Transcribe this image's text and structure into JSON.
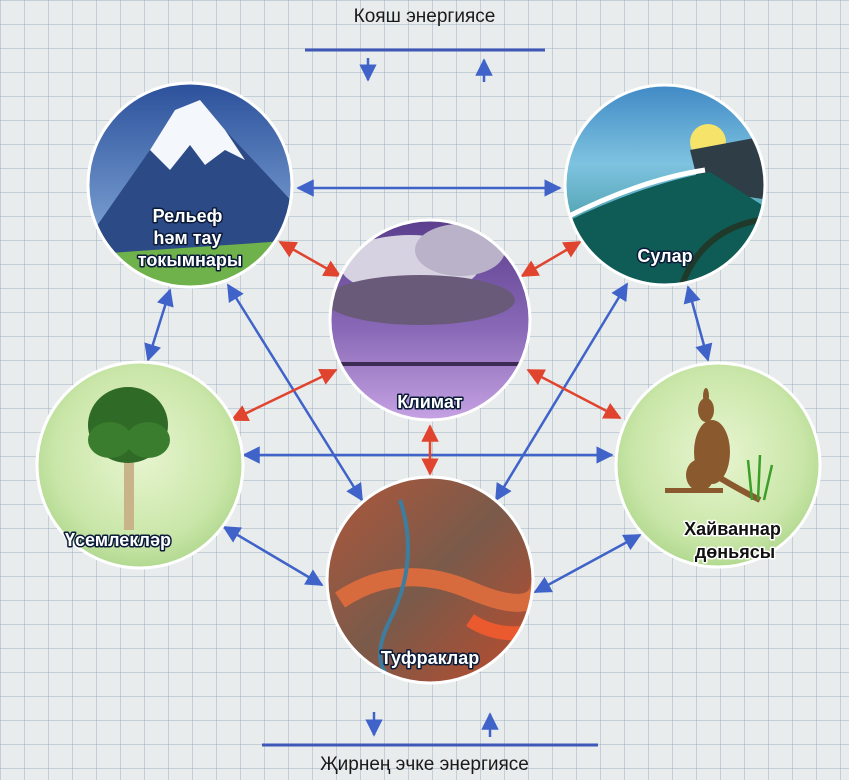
{
  "top_energy": "Кояш энергиясе",
  "bottom_energy": "Җирнең эчке энергиясе",
  "nodes": {
    "relief": [
      "Рельеф",
      "һәм тау",
      "токымнары"
    ],
    "waters": [
      "Сулар"
    ],
    "climate": [
      "Климат"
    ],
    "plants": [
      "Үсемлекләр"
    ],
    "animals": [
      "Хайваннар",
      "дөньясы"
    ],
    "soils": [
      "Туфраклар"
    ]
  },
  "colors": {
    "blue_arrow": "#3f63c9",
    "red_arrow": "#e0442f",
    "energy_bar": "#3f58b8"
  }
}
